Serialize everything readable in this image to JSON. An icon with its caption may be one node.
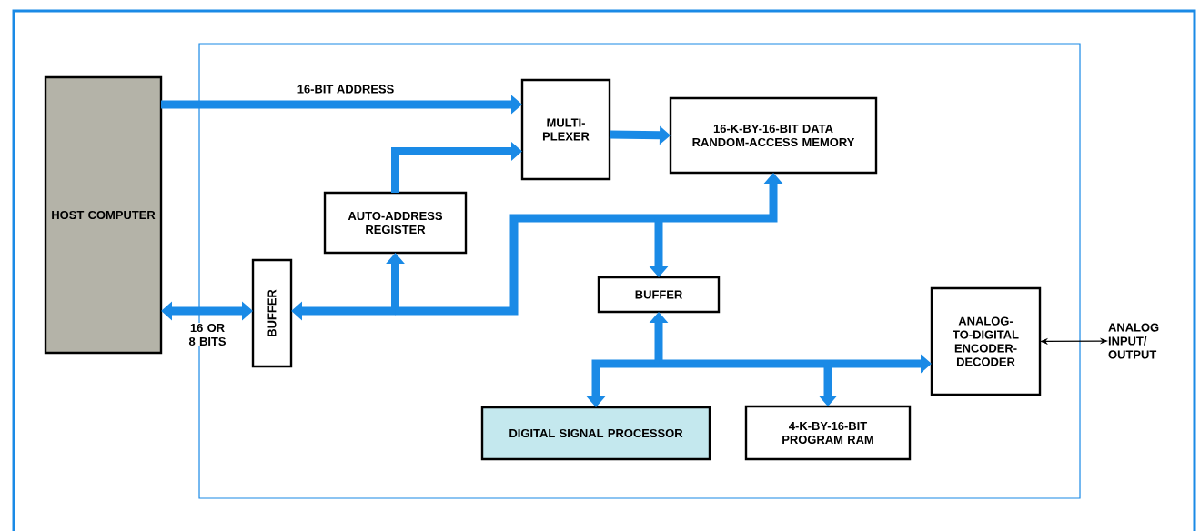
{
  "diagram": {
    "nodes": [
      {
        "text": [],
        "shape": "box"
      },
      {
        "text": [
          "HOST COMPUTER"
        ]
      },
      {
        "text": [
          "MULTI-PLEXER"
        ],
        "in": 0
      },
      {
        "text": [
          "16-K-BY-16-BIT DATA RANDOM-ACCESS MEMORY"
        ],
        "in": 0
      },
      {
        "text": [
          "AUTO-ADDRESS REGISTER"
        ],
        "in": 0
      },
      {
        "text": [
          "BUFFER"
        ],
        "in": 0
      },
      {
        "text": [
          "BUFFER"
        ],
        "in": 0
      },
      {
        "text": [
          "ANALOG-TO-DIGITAL ENCODER-DECODER"
        ],
        "in": 0
      },
      {
        "text": [
          "DIGITAL SIGNAL PROCESSOR"
        ],
        "in": 0
      },
      {
        "text": [
          "4-K-BY-16-BIT PROGRAM RAM"
        ],
        "in": 0
      },
      {
        "text": [
          "ANALOG INPUT/ OUTPUT"
        ]
      }
    ],
    "edges": [
      {
        "from": 1,
        "to": 2,
        "arrow": "to",
        "label": "16-BIT ADDRESS"
      },
      {
        "from": 1,
        "to": 5,
        "arrow": "both",
        "label": "16 OR 8 BITS"
      },
      {
        "from": 4,
        "to": 2,
        "arrow": "to"
      },
      {
        "from": 5,
        "to": 4,
        "arrow": "both"
      },
      {
        "from": 5,
        "to": 3,
        "arrow": "both"
      },
      {
        "from": 5,
        "to": 6,
        "arrow": "both"
      },
      {
        "from": 2,
        "to": 3,
        "arrow": "to"
      },
      {
        "from": 8,
        "to": 6,
        "arrow": "both"
      },
      {
        "from": 8,
        "to": 9,
        "arrow": "both"
      },
      {
        "from": 8,
        "to": 7,
        "arrow": "both"
      },
      {
        "from": 7,
        "to": 10,
        "arrow": "both",
        "color": "#000000"
      }
    ]
  }
}
